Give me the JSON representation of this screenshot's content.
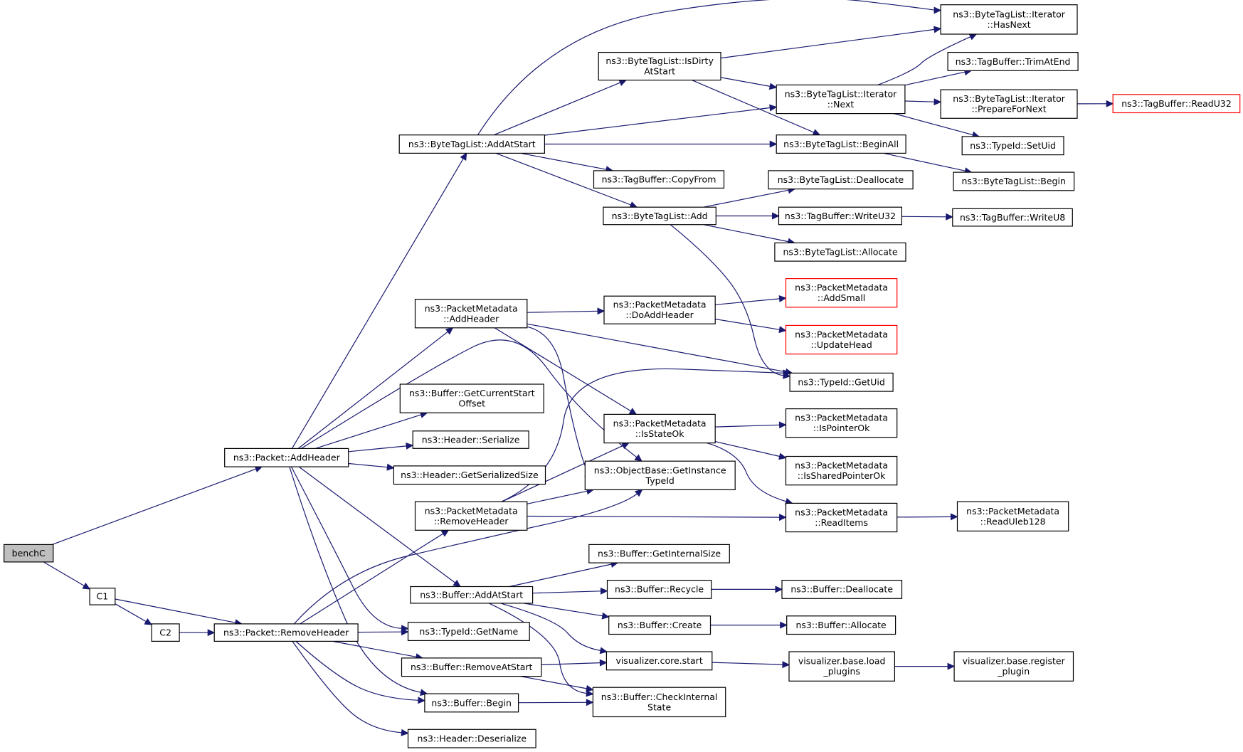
{
  "graph": {
    "colors": {
      "edge": "#191970",
      "root_fill": "#bfbfbf",
      "missing_border": "#ff0000"
    },
    "nodes": [
      {
        "id": "benchC",
        "lines": [
          "benchC"
        ],
        "root": true
      },
      {
        "id": "C1",
        "lines": [
          "C1"
        ]
      },
      {
        "id": "C2",
        "lines": [
          "C2"
        ]
      },
      {
        "id": "Packet_AddHeader",
        "lines": [
          "ns3::Packet::AddHeader"
        ]
      },
      {
        "id": "Packet_RemoveHeader",
        "lines": [
          "ns3::Packet::RemoveHeader"
        ]
      },
      {
        "id": "ByteTagList_AddAtStart",
        "lines": [
          "ns3::ByteTagList::AddAtStart"
        ]
      },
      {
        "id": "PacketMetadata_AddHeader",
        "lines": [
          "ns3::PacketMetadata",
          "::AddHeader"
        ]
      },
      {
        "id": "Buffer_GetCurrentStartOffset",
        "lines": [
          "ns3::Buffer::GetCurrentStart",
          "Offset"
        ]
      },
      {
        "id": "Header_Serialize",
        "lines": [
          "ns3::Header::Serialize"
        ]
      },
      {
        "id": "Header_GetSerializedSize",
        "lines": [
          "ns3::Header::GetSerializedSize"
        ]
      },
      {
        "id": "PacketMetadata_RemoveHeader",
        "lines": [
          "ns3::PacketMetadata",
          "::RemoveHeader"
        ]
      },
      {
        "id": "Buffer_AddAtStart",
        "lines": [
          "ns3::Buffer::AddAtStart"
        ]
      },
      {
        "id": "TypeId_GetName",
        "lines": [
          "ns3::TypeId::GetName"
        ]
      },
      {
        "id": "Buffer_RemoveAtStart",
        "lines": [
          "ns3::Buffer::RemoveAtStart"
        ]
      },
      {
        "id": "Buffer_Begin",
        "lines": [
          "ns3::Buffer::Begin"
        ]
      },
      {
        "id": "Header_Deserialize",
        "lines": [
          "ns3::Header::Deserialize"
        ]
      },
      {
        "id": "ByteTagList_IsDirtyAtStart",
        "lines": [
          "ns3::ByteTagList::IsDirty",
          "AtStart"
        ]
      },
      {
        "id": "TagBuffer_CopyFrom",
        "lines": [
          "ns3::TagBuffer::CopyFrom"
        ]
      },
      {
        "id": "ByteTagList_Add",
        "lines": [
          "ns3::ByteTagList::Add"
        ]
      },
      {
        "id": "PacketMetadata_DoAddHeader",
        "lines": [
          "ns3::PacketMetadata",
          "::DoAddHeader"
        ]
      },
      {
        "id": "PacketMetadata_IsStateOk",
        "lines": [
          "ns3::PacketMetadata",
          "::IsStateOk"
        ]
      },
      {
        "id": "ObjectBase_GetInstanceTypeId",
        "lines": [
          "ns3::ObjectBase::GetInstance",
          "TypeId"
        ]
      },
      {
        "id": "Buffer_GetInternalSize",
        "lines": [
          "ns3::Buffer::GetInternalSize"
        ]
      },
      {
        "id": "Buffer_Recycle",
        "lines": [
          "ns3::Buffer::Recycle"
        ]
      },
      {
        "id": "Buffer_Create",
        "lines": [
          "ns3::Buffer::Create"
        ]
      },
      {
        "id": "visualizer_core_start",
        "lines": [
          "visualizer.core.start"
        ]
      },
      {
        "id": "Buffer_CheckInternalState",
        "lines": [
          "ns3::Buffer::CheckInternal",
          "State"
        ]
      },
      {
        "id": "ByteTagList_Iterator_Next",
        "lines": [
          "ns3::ByteTagList::Iterator",
          "::Next"
        ]
      },
      {
        "id": "ByteTagList_BeginAll",
        "lines": [
          "ns3::ByteTagList::BeginAll"
        ]
      },
      {
        "id": "ByteTagList_Deallocate",
        "lines": [
          "ns3::ByteTagList::Deallocate"
        ]
      },
      {
        "id": "TagBuffer_WriteU32",
        "lines": [
          "ns3::TagBuffer::WriteU32"
        ]
      },
      {
        "id": "ByteTagList_Allocate",
        "lines": [
          "ns3::ByteTagList::Allocate"
        ]
      },
      {
        "id": "PacketMetadata_AddSmall",
        "lines": [
          "ns3::PacketMetadata",
          "::AddSmall"
        ],
        "missing": true
      },
      {
        "id": "PacketMetadata_UpdateHead",
        "lines": [
          "ns3::PacketMetadata",
          "::UpdateHead"
        ],
        "missing": true
      },
      {
        "id": "TypeId_GetUid",
        "lines": [
          "ns3::TypeId::GetUid"
        ]
      },
      {
        "id": "PacketMetadata_IsPointerOk",
        "lines": [
          "ns3::PacketMetadata",
          "::IsPointerOk"
        ]
      },
      {
        "id": "PacketMetadata_IsSharedPointerOk",
        "lines": [
          "ns3::PacketMetadata",
          "::IsSharedPointerOk"
        ]
      },
      {
        "id": "PacketMetadata_ReadItems",
        "lines": [
          "ns3::PacketMetadata",
          "::ReadItems"
        ]
      },
      {
        "id": "Buffer_Deallocate",
        "lines": [
          "ns3::Buffer::Deallocate"
        ]
      },
      {
        "id": "Buffer_Allocate",
        "lines": [
          "ns3::Buffer::Allocate"
        ]
      },
      {
        "id": "visualizer_base_load_plugins",
        "lines": [
          "visualizer.base.load",
          "_plugins"
        ]
      },
      {
        "id": "ByteTagList_Iterator_HasNext",
        "lines": [
          "ns3::ByteTagList::Iterator",
          "::HasNext"
        ]
      },
      {
        "id": "TagBuffer_TrimAtEnd",
        "lines": [
          "ns3::TagBuffer::TrimAtEnd"
        ]
      },
      {
        "id": "ByteTagList_Iterator_PrepareForNext",
        "lines": [
          "ns3::ByteTagList::Iterator",
          "::PrepareForNext"
        ]
      },
      {
        "id": "TypeId_SetUid",
        "lines": [
          "ns3::TypeId::SetUid"
        ]
      },
      {
        "id": "ByteTagList_Begin",
        "lines": [
          "ns3::ByteTagList::Begin"
        ]
      },
      {
        "id": "TagBuffer_WriteU8",
        "lines": [
          "ns3::TagBuffer::WriteU8"
        ]
      },
      {
        "id": "PacketMetadata_ReadUleb128",
        "lines": [
          "ns3::PacketMetadata",
          "::ReadUleb128"
        ]
      },
      {
        "id": "visualizer_base_register_plugin",
        "lines": [
          "visualizer.base.register",
          "_plugin"
        ]
      },
      {
        "id": "TagBuffer_ReadU32",
        "lines": [
          "ns3::TagBuffer::ReadU32"
        ],
        "missing": true
      }
    ],
    "edges": [
      [
        "benchC",
        "Packet_AddHeader"
      ],
      [
        "benchC",
        "C1"
      ],
      [
        "C1",
        "C2"
      ],
      [
        "C1",
        "Packet_RemoveHeader"
      ],
      [
        "C2",
        "Packet_RemoveHeader"
      ],
      [
        "Packet_AddHeader",
        "ByteTagList_AddAtStart"
      ],
      [
        "Packet_AddHeader",
        "PacketMetadata_AddHeader"
      ],
      [
        "Packet_AddHeader",
        "ObjectBase_GetInstanceTypeId"
      ],
      [
        "Packet_AddHeader",
        "Buffer_GetCurrentStartOffset"
      ],
      [
        "Packet_AddHeader",
        "Header_Serialize"
      ],
      [
        "Packet_AddHeader",
        "Header_GetSerializedSize"
      ],
      [
        "Packet_AddHeader",
        "Buffer_AddAtStart"
      ],
      [
        "Packet_AddHeader",
        "TypeId_GetName"
      ],
      [
        "Packet_AddHeader",
        "Buffer_Begin"
      ],
      [
        "Packet_RemoveHeader",
        "PacketMetadata_RemoveHeader"
      ],
      [
        "Packet_RemoveHeader",
        "ObjectBase_GetInstanceTypeId"
      ],
      [
        "Packet_RemoveHeader",
        "TypeId_GetName"
      ],
      [
        "Packet_RemoveHeader",
        "Buffer_RemoveAtStart"
      ],
      [
        "Packet_RemoveHeader",
        "Buffer_Begin"
      ],
      [
        "Packet_RemoveHeader",
        "Header_Deserialize"
      ],
      [
        "ByteTagList_AddAtStart",
        "ByteTagList_Iterator_HasNext"
      ],
      [
        "ByteTagList_AddAtStart",
        "ByteTagList_IsDirtyAtStart"
      ],
      [
        "ByteTagList_AddAtStart",
        "ByteTagList_Iterator_Next"
      ],
      [
        "ByteTagList_AddAtStart",
        "ByteTagList_BeginAll"
      ],
      [
        "ByteTagList_AddAtStart",
        "TagBuffer_CopyFrom"
      ],
      [
        "ByteTagList_AddAtStart",
        "ByteTagList_Add"
      ],
      [
        "ByteTagList_IsDirtyAtStart",
        "ByteTagList_Iterator_HasNext"
      ],
      [
        "ByteTagList_IsDirtyAtStart",
        "ByteTagList_Iterator_Next"
      ],
      [
        "ByteTagList_IsDirtyAtStart",
        "ByteTagList_BeginAll"
      ],
      [
        "ByteTagList_Iterator_Next",
        "ByteTagList_Iterator_HasNext"
      ],
      [
        "ByteTagList_Iterator_Next",
        "TagBuffer_TrimAtEnd"
      ],
      [
        "ByteTagList_Iterator_Next",
        "ByteTagList_Iterator_PrepareForNext"
      ],
      [
        "ByteTagList_Iterator_Next",
        "TypeId_SetUid"
      ],
      [
        "ByteTagList_Iterator_PrepareForNext",
        "TagBuffer_ReadU32"
      ],
      [
        "ByteTagList_BeginAll",
        "ByteTagList_Begin"
      ],
      [
        "ByteTagList_Add",
        "ByteTagList_Deallocate"
      ],
      [
        "ByteTagList_Add",
        "TagBuffer_WriteU32"
      ],
      [
        "ByteTagList_Add",
        "ByteTagList_Allocate"
      ],
      [
        "ByteTagList_Add",
        "TypeId_GetUid"
      ],
      [
        "TagBuffer_WriteU32",
        "TagBuffer_WriteU8"
      ],
      [
        "PacketMetadata_AddHeader",
        "PacketMetadata_DoAddHeader"
      ],
      [
        "PacketMetadata_AddHeader",
        "TypeId_GetUid"
      ],
      [
        "PacketMetadata_AddHeader",
        "PacketMetadata_IsStateOk"
      ],
      [
        "PacketMetadata_AddHeader",
        "ObjectBase_GetInstanceTypeId"
      ],
      [
        "PacketMetadata_DoAddHeader",
        "PacketMetadata_AddSmall"
      ],
      [
        "PacketMetadata_DoAddHeader",
        "PacketMetadata_UpdateHead"
      ],
      [
        "PacketMetadata_RemoveHeader",
        "TypeId_GetUid"
      ],
      [
        "PacketMetadata_RemoveHeader",
        "PacketMetadata_IsStateOk"
      ],
      [
        "PacketMetadata_RemoveHeader",
        "ObjectBase_GetInstanceTypeId"
      ],
      [
        "PacketMetadata_RemoveHeader",
        "PacketMetadata_ReadItems"
      ],
      [
        "PacketMetadata_IsStateOk",
        "PacketMetadata_IsPointerOk"
      ],
      [
        "PacketMetadata_IsStateOk",
        "PacketMetadata_IsSharedPointerOk"
      ],
      [
        "PacketMetadata_IsStateOk",
        "PacketMetadata_ReadItems"
      ],
      [
        "PacketMetadata_ReadItems",
        "PacketMetadata_ReadUleb128"
      ],
      [
        "Buffer_AddAtStart",
        "Buffer_GetInternalSize"
      ],
      [
        "Buffer_AddAtStart",
        "Buffer_Recycle"
      ],
      [
        "Buffer_AddAtStart",
        "Buffer_Create"
      ],
      [
        "Buffer_AddAtStart",
        "visualizer_core_start"
      ],
      [
        "Buffer_AddAtStart",
        "Buffer_CheckInternalState"
      ],
      [
        "Buffer_Recycle",
        "Buffer_Deallocate"
      ],
      [
        "Buffer_Create",
        "Buffer_Allocate"
      ],
      [
        "Buffer_RemoveAtStart",
        "visualizer_core_start"
      ],
      [
        "Buffer_RemoveAtStart",
        "Buffer_CheckInternalState"
      ],
      [
        "Buffer_Begin",
        "Buffer_CheckInternalState"
      ],
      [
        "visualizer_core_start",
        "visualizer_base_load_plugins"
      ],
      [
        "visualizer_base_load_plugins",
        "visualizer_base_register_plugin"
      ]
    ]
  }
}
